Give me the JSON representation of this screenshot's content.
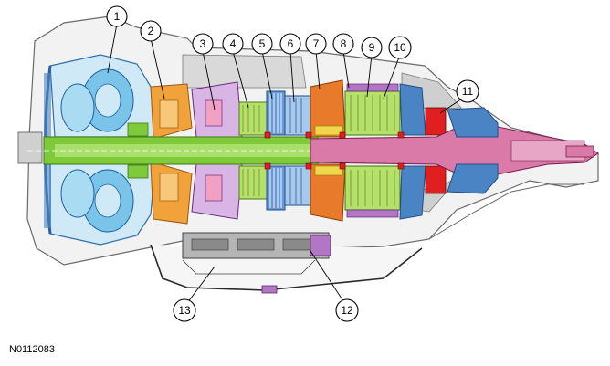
{
  "figure_id": "N0112083",
  "callouts": [
    "1",
    "2",
    "3",
    "4",
    "5",
    "6",
    "7",
    "8",
    "9",
    "10",
    "11",
    "12",
    "13"
  ],
  "colors": {
    "torque_converter": "#79c4e8",
    "pump": "#f2a23a",
    "input_shaft": "#7fca3a",
    "output_shaft": "#d97aa8",
    "clutch_pack": "#4a84c4",
    "planetary": "#b7e06a",
    "overdrive_drum": "#b276c4",
    "ring_gear": "#e87a2c",
    "seal_red": "#e02020",
    "yellow": "#f0d64a",
    "case_gray": "#c8c8c8",
    "case_line": "#6a6a6a",
    "valve_body": "#a8a8a8"
  },
  "icons": {
    "section_view": "transmission-cross-section-icon"
  }
}
